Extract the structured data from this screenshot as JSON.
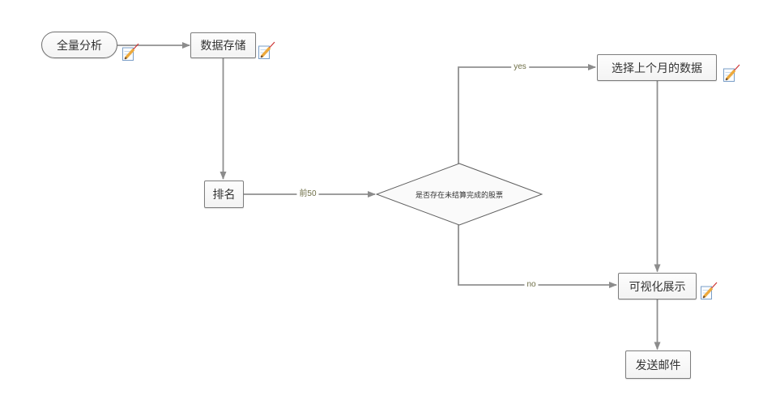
{
  "flowchart": {
    "nodes": [
      {
        "id": "start",
        "type": "terminator",
        "label": "全量分析"
      },
      {
        "id": "store",
        "type": "process",
        "label": "数据存储"
      },
      {
        "id": "rank",
        "type": "process",
        "label": "排名"
      },
      {
        "id": "decision",
        "type": "decision",
        "label": "是否存在未结算完成的股票"
      },
      {
        "id": "select",
        "type": "process",
        "label": "选择上个月的数据"
      },
      {
        "id": "visual",
        "type": "process",
        "label": "可视化展示"
      },
      {
        "id": "mail",
        "type": "process",
        "label": "发送邮件"
      }
    ],
    "edges": [
      {
        "from": "start",
        "to": "store",
        "label": ""
      },
      {
        "from": "store",
        "to": "rank",
        "label": ""
      },
      {
        "from": "rank",
        "to": "decision",
        "label": "前50"
      },
      {
        "from": "decision",
        "to": "select",
        "label": "yes"
      },
      {
        "from": "decision",
        "to": "visual",
        "label": "no"
      },
      {
        "from": "select",
        "to": "visual",
        "label": ""
      },
      {
        "from": "visual",
        "to": "mail",
        "label": ""
      }
    ],
    "edit_icons": [
      {
        "attached_to": "start"
      },
      {
        "attached_to": "store"
      },
      {
        "attached_to": "select"
      },
      {
        "attached_to": "visual"
      }
    ]
  },
  "colors": {
    "background": "#ffffff",
    "node_border": "#7d7d7d",
    "node_fill_top": "#fdfdfd",
    "node_fill_bottom": "#f3f3f3",
    "connector": "#909090",
    "edge_label": "#6e6e46",
    "node_text": "#333333",
    "icon_frame": "#7a9ec7",
    "icon_pencil": "#eda93c",
    "icon_pencil_tip_line": "#cc3333"
  }
}
